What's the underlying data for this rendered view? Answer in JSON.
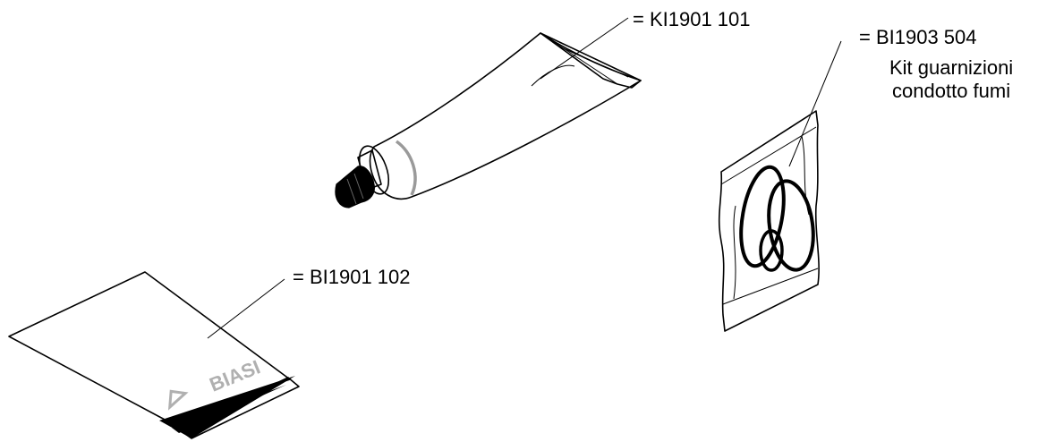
{
  "parts": {
    "tube": {
      "code": "= KI1901 101",
      "icon": "grease-tube-icon"
    },
    "seal_kit": {
      "code": "= BI1903 504",
      "description_line1": "Kit guarnizioni",
      "description_line2": "condotto fumi",
      "icon": "gasket-bag-icon"
    },
    "manual": {
      "code": "= BI1901 102",
      "logo_text": "BIASI",
      "icon": "manual-booklet-icon"
    }
  },
  "colors": {
    "line": "#000000",
    "tube_band": "#9a9a9a",
    "logo": "#b0b0b0"
  }
}
